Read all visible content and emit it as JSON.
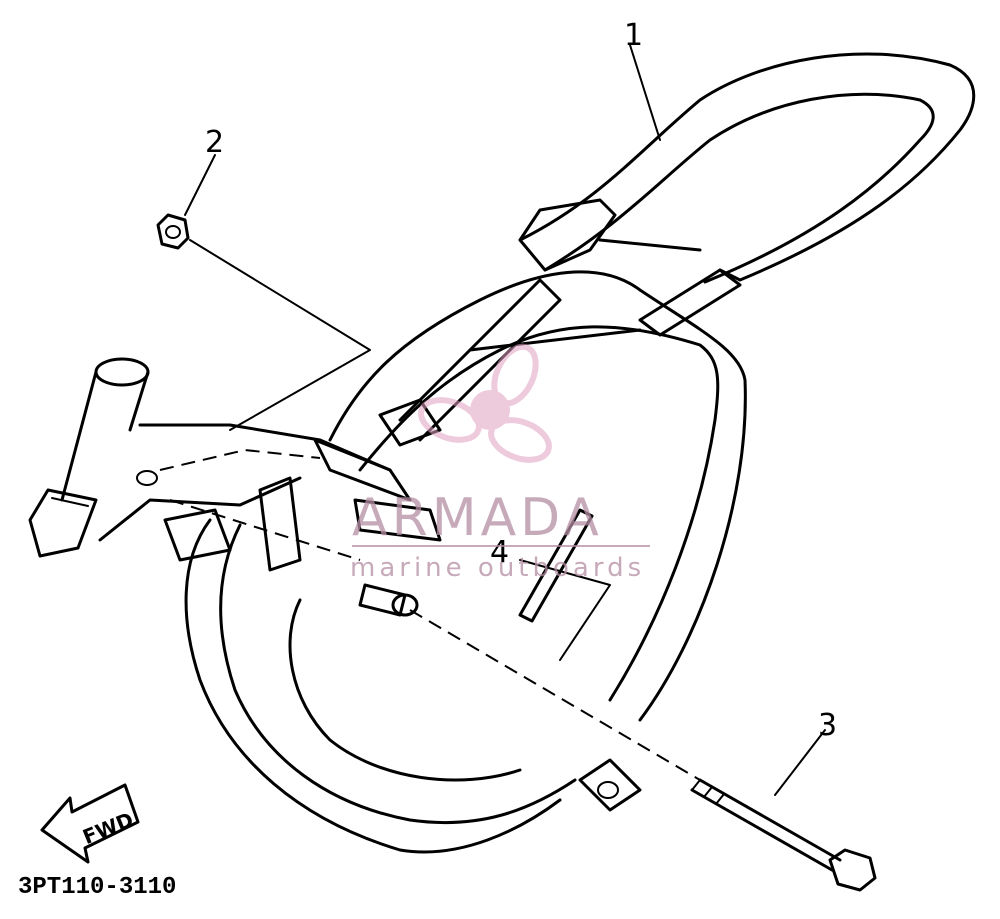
{
  "diagram": {
    "callouts": [
      "1",
      "2",
      "3",
      "4"
    ],
    "part_number": "3PT110-3110",
    "direction_label": "FWD"
  },
  "watermark": {
    "brand": "ARMADA",
    "tagline": "marine outboards",
    "color": "#e0a0c0"
  }
}
